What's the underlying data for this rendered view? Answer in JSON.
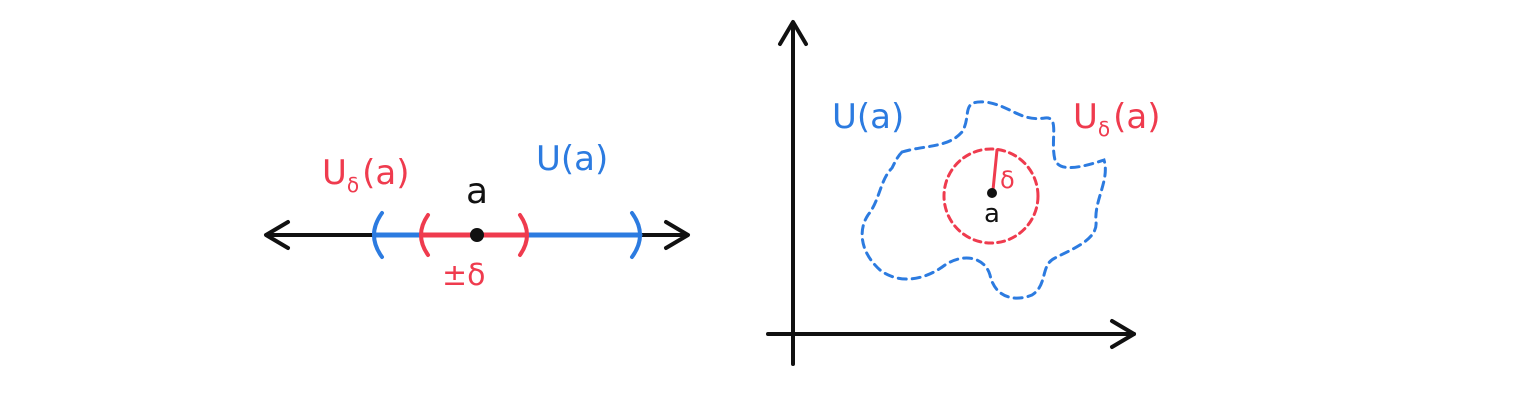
{
  "colors": {
    "red": "#ef3b4e",
    "blue": "#2c7be0",
    "black": "#111111"
  },
  "left_diagram": {
    "label_small": {
      "main": "U",
      "sub": "δ",
      "tail": "(a)"
    },
    "label_large": "U(a)",
    "point": "a",
    "pm": "±δ"
  },
  "right_diagram": {
    "label_large": "U(a)",
    "label_small": {
      "main": "U",
      "sub": "δ",
      "tail": "(a)"
    },
    "radius": "δ",
    "point": "a"
  }
}
